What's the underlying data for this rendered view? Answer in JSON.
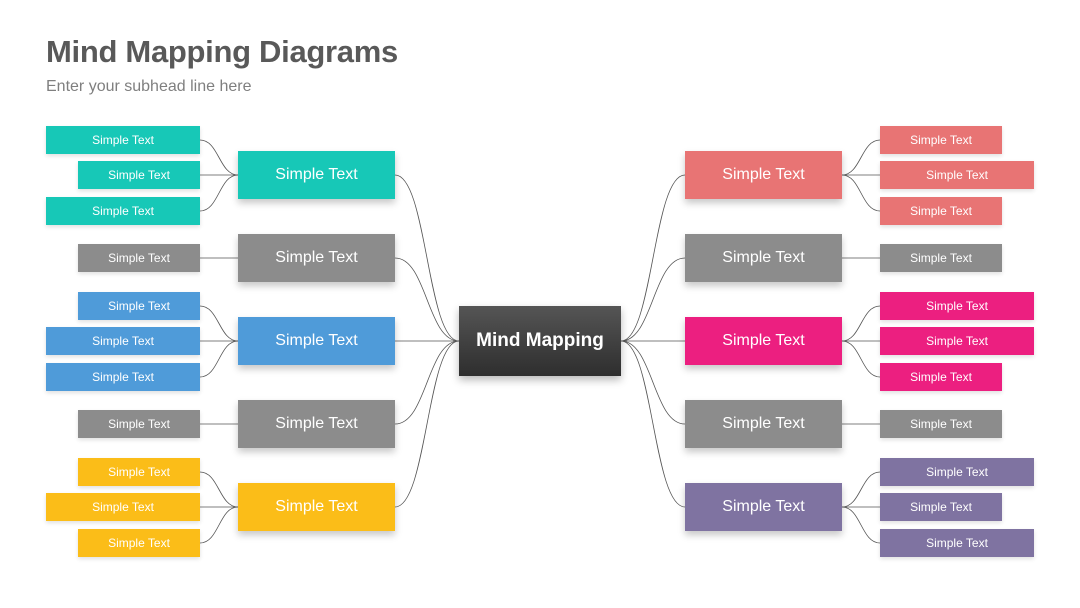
{
  "header": {
    "title": "Mind Mapping Diagrams",
    "subtitle": "Enter your subhead line here"
  },
  "center": {
    "label": "Mind Mapping",
    "color": "#3b3b3b"
  },
  "colors": {
    "teal": "#17c8b7",
    "gray": "#8c8c8c",
    "blue": "#4f9bd9",
    "yellow": "#fbbd18",
    "salmon": "#e87474",
    "magenta": "#ec1f80",
    "purple": "#7f73a1",
    "connector": "#555555"
  },
  "left_branches": [
    {
      "label": "Simple Text",
      "color": "#17c8b7",
      "leaves": [
        {
          "label": "Simple Text",
          "size": "long"
        },
        {
          "label": "Simple Text",
          "size": "short"
        },
        {
          "label": "Simple Text",
          "size": "long"
        }
      ]
    },
    {
      "label": "Simple Text",
      "color": "#8c8c8c",
      "leaves": [
        {
          "label": "Simple Text",
          "size": "short"
        }
      ]
    },
    {
      "label": "Simple Text",
      "color": "#4f9bd9",
      "leaves": [
        {
          "label": "Simple Text",
          "size": "short"
        },
        {
          "label": "Simple Text",
          "size": "long"
        },
        {
          "label": "Simple Text",
          "size": "long"
        }
      ]
    },
    {
      "label": "Simple Text",
      "color": "#8c8c8c",
      "leaves": [
        {
          "label": "Simple Text",
          "size": "short"
        }
      ]
    },
    {
      "label": "Simple Text",
      "color": "#fbbd18",
      "leaves": [
        {
          "label": "Simple Text",
          "size": "short"
        },
        {
          "label": "Simple Text",
          "size": "long"
        },
        {
          "label": "Simple Text",
          "size": "short"
        }
      ]
    }
  ],
  "right_branches": [
    {
      "label": "Simple Text",
      "color": "#e87474",
      "leaves": [
        {
          "label": "Simple Text",
          "size": "short"
        },
        {
          "label": "Simple Text",
          "size": "long"
        },
        {
          "label": "Simple Text",
          "size": "short"
        }
      ]
    },
    {
      "label": "Simple Text",
      "color": "#8c8c8c",
      "leaves": [
        {
          "label": "Simple Text",
          "size": "short"
        }
      ]
    },
    {
      "label": "Simple Text",
      "color": "#ec1f80",
      "leaves": [
        {
          "label": "Simple Text",
          "size": "long"
        },
        {
          "label": "Simple Text",
          "size": "long"
        },
        {
          "label": "Simple Text",
          "size": "short"
        }
      ]
    },
    {
      "label": "Simple Text",
      "color": "#8c8c8c",
      "leaves": [
        {
          "label": "Simple Text",
          "size": "short"
        }
      ]
    },
    {
      "label": "Simple Text",
      "color": "#7f73a1",
      "leaves": [
        {
          "label": "Simple Text",
          "size": "long"
        },
        {
          "label": "Simple Text",
          "size": "short"
        },
        {
          "label": "Simple Text",
          "size": "long"
        }
      ]
    }
  ]
}
